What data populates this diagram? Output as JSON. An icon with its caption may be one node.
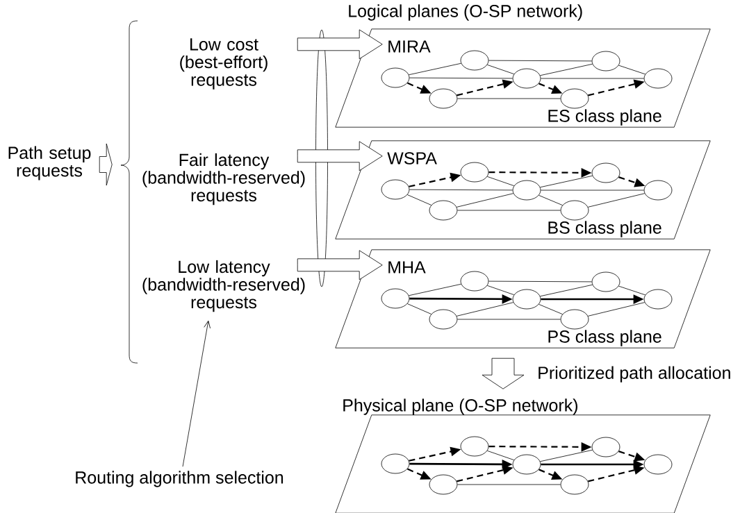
{
  "diagram": {
    "nodes": [
      {
        "text": [
          "Path setup requests"
        ]
      },
      {
        "text": [
          "Low cost (best-effort) requests"
        ]
      },
      {
        "text": [
          "Fair latency (bandwidth-reserved) requests"
        ]
      },
      {
        "text": [
          "Low latency (bandwidth-reserved) requests"
        ]
      },
      {
        "text": [
          "MIRA",
          "ES class plane"
        ]
      },
      {
        "text": [],
        "shape": "ellipse",
        "in": 4
      },
      {
        "text": [],
        "shape": "ellipse",
        "in": 4
      },
      {
        "text": [],
        "shape": "ellipse",
        "in": 4
      },
      {
        "text": [],
        "shape": "ellipse",
        "in": 4
      },
      {
        "text": [],
        "shape": "ellipse",
        "in": 4
      },
      {
        "text": [],
        "shape": "ellipse",
        "in": 4
      },
      {
        "text": [],
        "shape": "ellipse",
        "in": 4
      },
      {
        "text": [
          "WSPA",
          "BS class plane"
        ]
      },
      {
        "text": [],
        "shape": "ellipse",
        "in": 12
      },
      {
        "text": [],
        "shape": "ellipse",
        "in": 12
      },
      {
        "text": [],
        "shape": "ellipse",
        "in": 12
      },
      {
        "text": [],
        "shape": "ellipse",
        "in": 12
      },
      {
        "text": [],
        "shape": "ellipse",
        "in": 12
      },
      {
        "text": [],
        "shape": "ellipse",
        "in": 12
      },
      {
        "text": [],
        "shape": "ellipse",
        "in": 12
      },
      {
        "text": [
          "MHA",
          "PS class plane"
        ]
      },
      {
        "text": [],
        "shape": "ellipse",
        "in": 20
      },
      {
        "text": [],
        "shape": "ellipse",
        "in": 20
      },
      {
        "text": [],
        "shape": "ellipse",
        "in": 20
      },
      {
        "text": [],
        "shape": "ellipse",
        "in": 20
      },
      {
        "text": [],
        "shape": "ellipse",
        "in": 20
      },
      {
        "text": [],
        "shape": "ellipse",
        "in": 20
      },
      {
        "text": [],
        "shape": "ellipse",
        "in": 20
      },
      {
        "text": [
          "Physical plane (O-SP network)"
        ]
      },
      {
        "text": [],
        "shape": "ellipse",
        "in": 28
      },
      {
        "text": [],
        "shape": "ellipse",
        "in": 28
      },
      {
        "text": [],
        "shape": "ellipse",
        "in": 28
      },
      {
        "text": [],
        "shape": "ellipse",
        "in": 28
      },
      {
        "text": [],
        "shape": "ellipse",
        "in": 28
      },
      {
        "text": [],
        "shape": "ellipse",
        "in": 28
      },
      {
        "text": [],
        "shape": "ellipse",
        "in": 28
      },
      {
        "text": [
          "Routing algorithm selection"
        ]
      },
      {
        "text": [],
        "shape": "ellipse"
      }
    ],
    "edges": [
      {
        "from": 0,
        "to": null,
        "arrow": "to"
      },
      {
        "from": 1,
        "to": 4,
        "arrow": "to"
      },
      {
        "from": 2,
        "to": 12,
        "arrow": "to"
      },
      {
        "from": 3,
        "to": 20,
        "arrow": "to"
      },
      {
        "from": 5,
        "to": 7,
        "arrow": "none"
      },
      {
        "from": 7,
        "to": 10,
        "arrow": "none"
      },
      {
        "from": 7,
        "to": 8,
        "arrow": "none"
      },
      {
        "from": 5,
        "to": 8,
        "arrow": "none"
      },
      {
        "from": 8,
        "to": 11,
        "arrow": "none"
      },
      {
        "from": 8,
        "to": 10,
        "arrow": "none"
      },
      {
        "from": 10,
        "to": 11,
        "arrow": "none"
      },
      {
        "from": 6,
        "to": 9,
        "arrow": "none"
      },
      {
        "from": 5,
        "to": 6,
        "arrow": "to",
        "style": "dashed"
      },
      {
        "from": 6,
        "to": 8,
        "arrow": "to",
        "style": "dashed"
      },
      {
        "from": 8,
        "to": 9,
        "arrow": "to",
        "style": "dashed"
      },
      {
        "from": 9,
        "to": 11,
        "arrow": "to",
        "style": "dashed"
      },
      {
        "from": 13,
        "to": 16,
        "arrow": "none"
      },
      {
        "from": 16,
        "to": 19,
        "arrow": "none"
      },
      {
        "from": 13,
        "to": 14,
        "arrow": "none"
      },
      {
        "from": 14,
        "to": 16,
        "arrow": "none"
      },
      {
        "from": 14,
        "to": 17,
        "arrow": "none"
      },
      {
        "from": 16,
        "to": 17,
        "arrow": "none"
      },
      {
        "from": 17,
        "to": 19,
        "arrow": "none"
      },
      {
        "from": 15,
        "to": 16,
        "arrow": "none"
      },
      {
        "from": 16,
        "to": 18,
        "arrow": "none"
      },
      {
        "from": 13,
        "to": 15,
        "arrow": "to",
        "style": "dashed"
      },
      {
        "from": 15,
        "to": 18,
        "arrow": "to",
        "style": "dashed"
      },
      {
        "from": 18,
        "to": 19,
        "arrow": "to",
        "style": "dashed"
      },
      {
        "from": 21,
        "to": 23,
        "arrow": "none"
      },
      {
        "from": 23,
        "to": 26,
        "arrow": "none"
      },
      {
        "from": 23,
        "to": 24,
        "arrow": "none"
      },
      {
        "from": 24,
        "to": 26,
        "arrow": "none"
      },
      {
        "from": 26,
        "to": 27,
        "arrow": "none"
      },
      {
        "from": 21,
        "to": 22,
        "arrow": "none"
      },
      {
        "from": 22,
        "to": 24,
        "arrow": "none"
      },
      {
        "from": 22,
        "to": 25,
        "arrow": "none"
      },
      {
        "from": 24,
        "to": 25,
        "arrow": "none"
      },
      {
        "from": 25,
        "to": 27,
        "arrow": "none"
      },
      {
        "from": 21,
        "to": 24,
        "arrow": "to",
        "style": "thick"
      },
      {
        "from": 24,
        "to": 27,
        "arrow": "to",
        "style": "thick"
      },
      {
        "from": 20,
        "to": 28,
        "arrow": "to",
        "label": "Prioritized path allocation"
      },
      {
        "from": 31,
        "to": 32,
        "arrow": "none"
      },
      {
        "from": 32,
        "to": 34,
        "arrow": "none"
      },
      {
        "from": 30,
        "to": 33,
        "arrow": "none"
      },
      {
        "from": 29,
        "to": 31,
        "arrow": "to",
        "style": "dashed"
      },
      {
        "from": 31,
        "to": 34,
        "arrow": "to",
        "style": "dashed"
      },
      {
        "from": 34,
        "to": 35,
        "arrow": "to",
        "style": "dashed"
      },
      {
        "from": 29,
        "to": 32,
        "arrow": "to",
        "style": "thick"
      },
      {
        "from": 32,
        "to": 35,
        "arrow": "to",
        "style": "thick"
      },
      {
        "from": 29,
        "to": 30,
        "arrow": "to",
        "style": "dashed"
      },
      {
        "from": 30,
        "to": 32,
        "arrow": "to",
        "style": "dashed"
      },
      {
        "from": 32,
        "to": 33,
        "arrow": "to",
        "style": "dashed"
      },
      {
        "from": 33,
        "to": 35,
        "arrow": "to",
        "style": "dashed"
      },
      {
        "from": 36,
        "to": 3,
        "arrow": "to"
      }
    ],
    "labels": [
      "Logical planes (O-SP network)"
    ]
  }
}
